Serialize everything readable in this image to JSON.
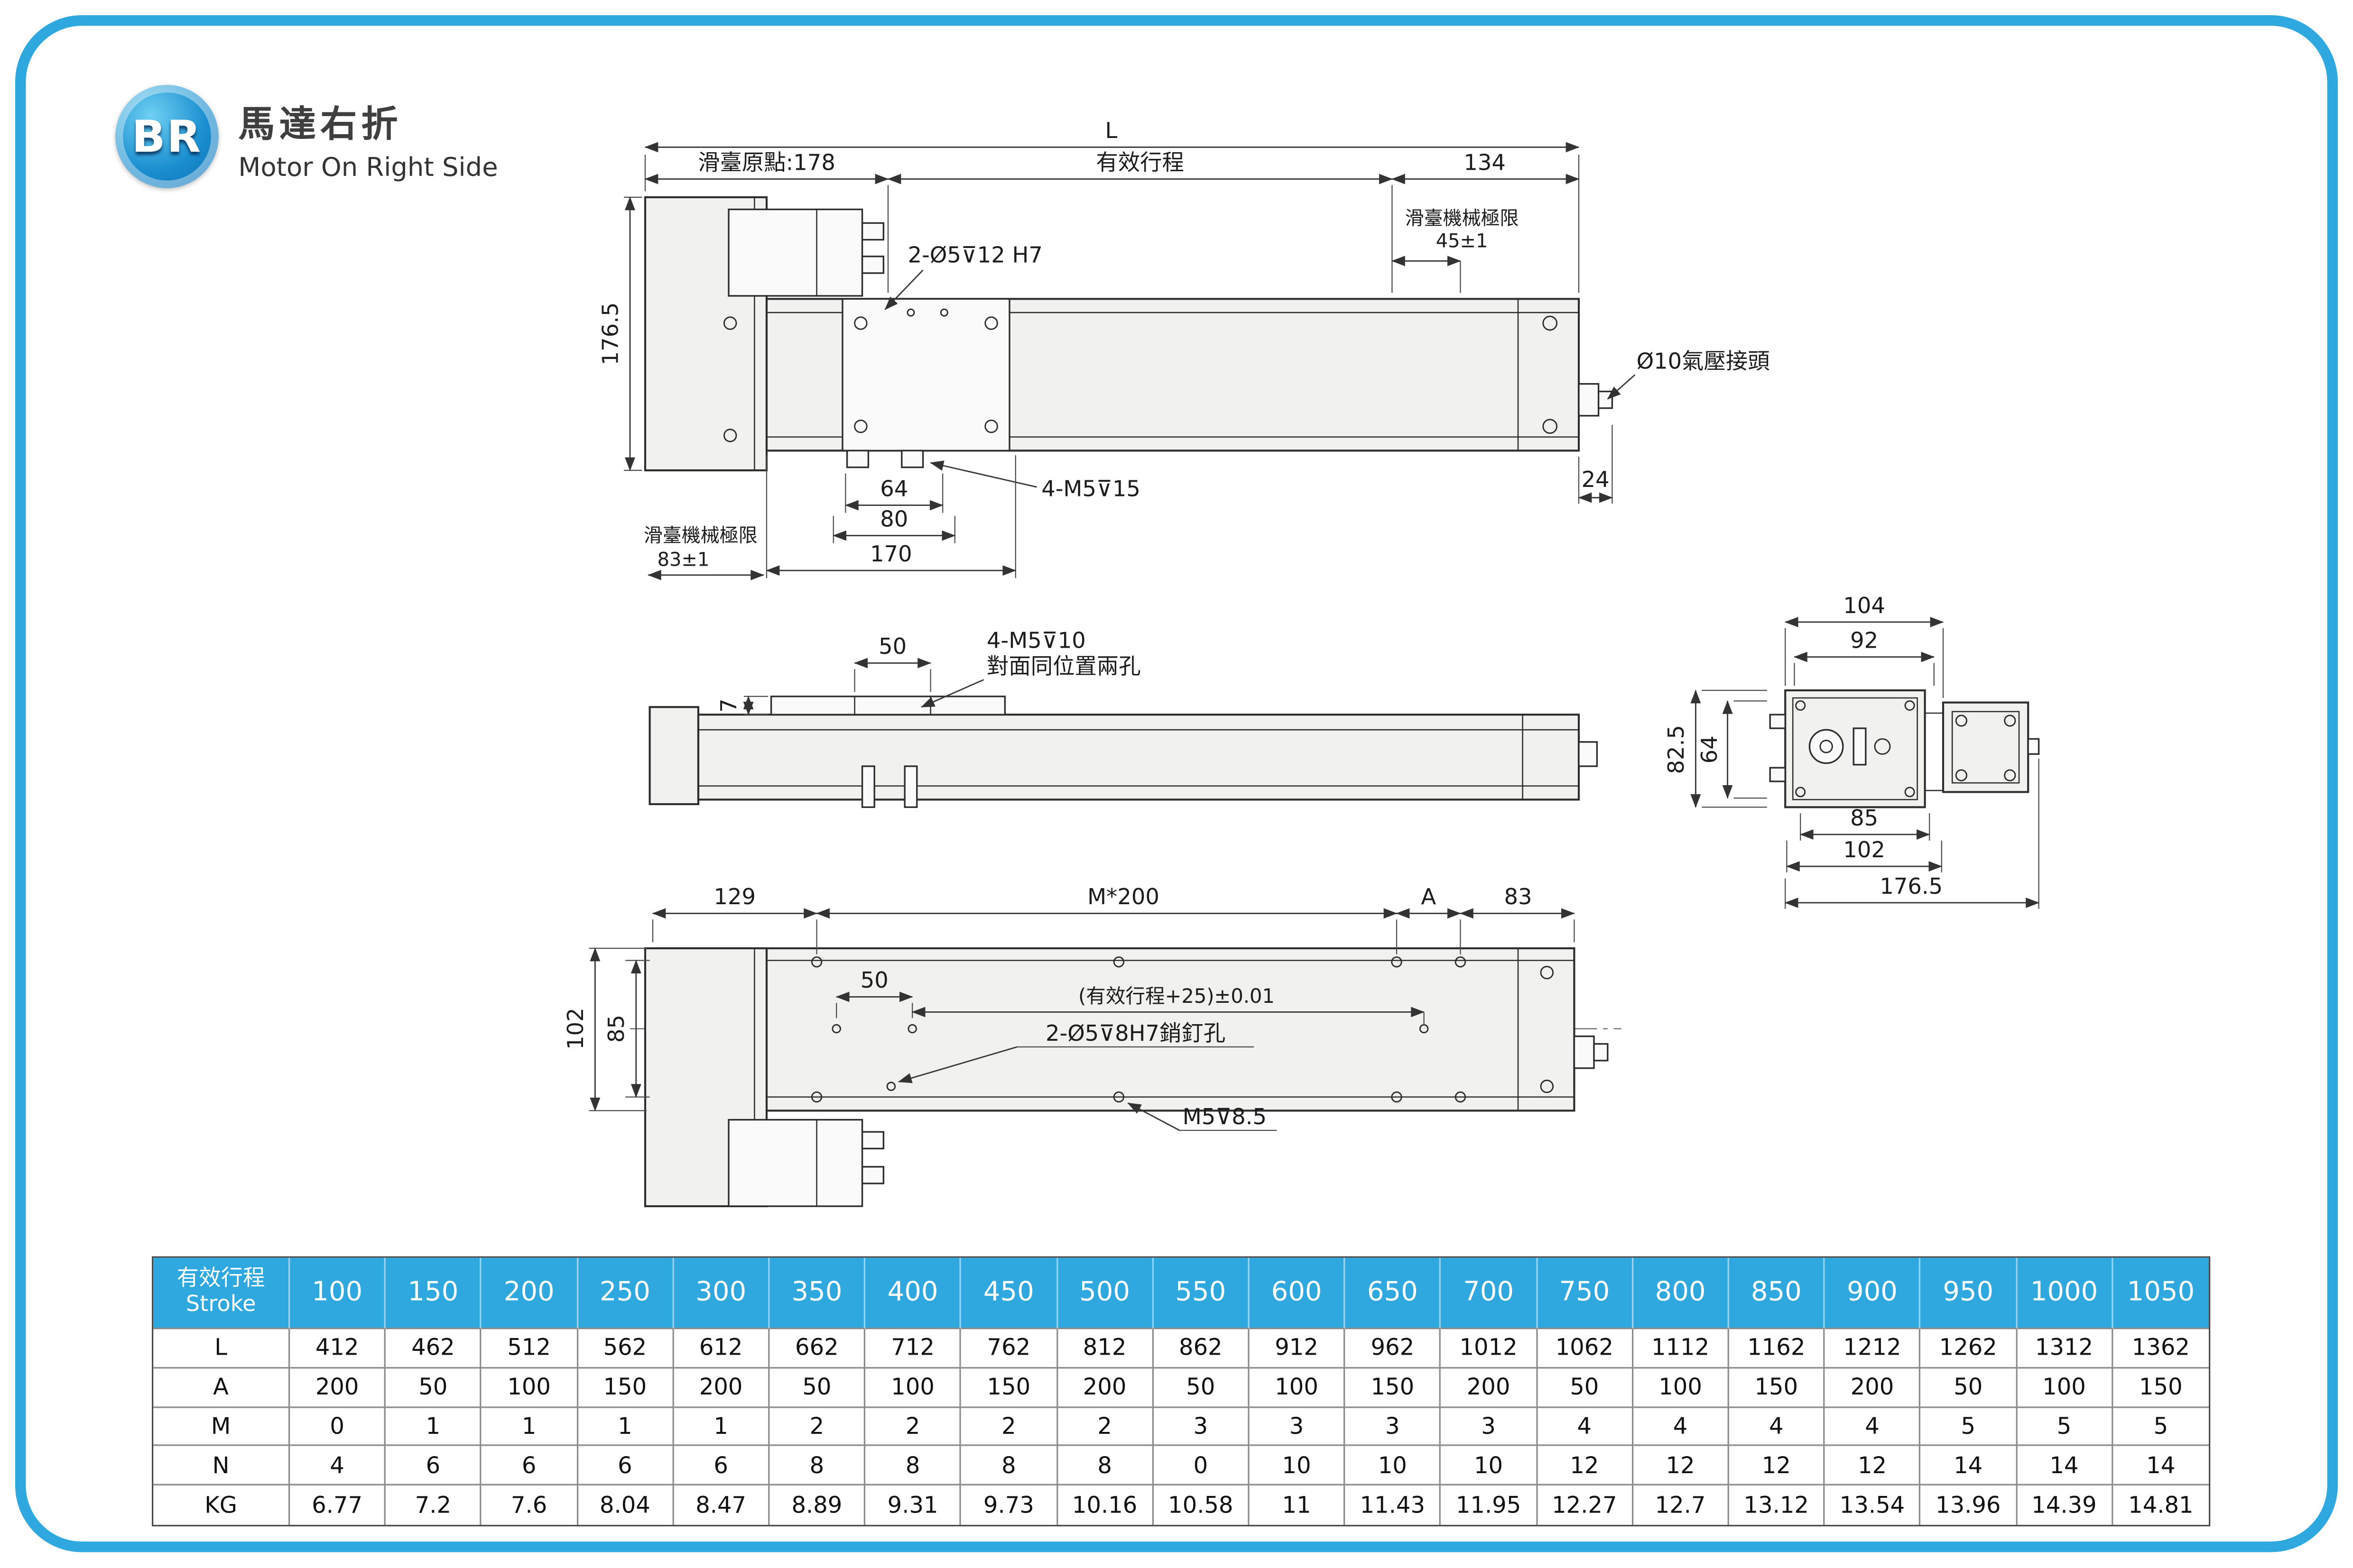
{
  "page": {
    "badge": "BR",
    "title": "馬達右折",
    "subtitle": "Motor On Right Side"
  },
  "colors": {
    "frame": "#2EA8DF",
    "table_header_bg": "#2EA8DF"
  },
  "top_view": {
    "dim_l": "L",
    "origin": "滑臺原點:178",
    "stroke": "有效行程",
    "dim_134": "134",
    "limit_right_label": "滑臺機械極限",
    "limit_right_value": "45±1",
    "dim_176_5": "176.5",
    "holes_label": "2-Ø5⊽12 H7",
    "air_label": "Ø10氣壓接頭",
    "dim_24": "24",
    "m5_label": "4-M5⊽15",
    "dim_64": "64",
    "dim_80": "80",
    "dim_170": "170",
    "limit_left_label": "滑臺機械極限",
    "limit_left_value": "83±1"
  },
  "side_view": {
    "dim_50": "50",
    "m5_label": "4-M5⊽10",
    "opposite_label": "對面同位置兩孔",
    "dim_7": "7"
  },
  "end_view": {
    "dim_104": "104",
    "dim_92": "92",
    "dim_82_5": "82.5",
    "dim_64": "64",
    "dim_85": "85",
    "dim_102": "102",
    "dim_176_5": "176.5"
  },
  "bottom_view": {
    "dim_129": "129",
    "dim_m200": "M*200",
    "dim_a": "A",
    "dim_83": "83",
    "dim_102": "102",
    "dim_85": "85",
    "dim_50": "50",
    "tol_label": "(有效行程+25)±0.01",
    "pin_label": "2-Ø5⊽8H7銷釘孔",
    "m5_label": "M5⊽8.5"
  },
  "table": {
    "header_line1": "有效行程",
    "header_line2": "Stroke",
    "strokes": [
      "100",
      "150",
      "200",
      "250",
      "300",
      "350",
      "400",
      "450",
      "500",
      "550",
      "600",
      "650",
      "700",
      "750",
      "800",
      "850",
      "900",
      "950",
      "1000",
      "1050"
    ],
    "rows": [
      {
        "label": "L",
        "values": [
          "412",
          "462",
          "512",
          "562",
          "612",
          "662",
          "712",
          "762",
          "812",
          "862",
          "912",
          "962",
          "1012",
          "1062",
          "1112",
          "1162",
          "1212",
          "1262",
          "1312",
          "1362"
        ]
      },
      {
        "label": "A",
        "values": [
          "200",
          "50",
          "100",
          "150",
          "200",
          "50",
          "100",
          "150",
          "200",
          "50",
          "100",
          "150",
          "200",
          "50",
          "100",
          "150",
          "200",
          "50",
          "100",
          "150"
        ]
      },
      {
        "label": "M",
        "values": [
          "0",
          "1",
          "1",
          "1",
          "1",
          "2",
          "2",
          "2",
          "2",
          "3",
          "3",
          "3",
          "3",
          "4",
          "4",
          "4",
          "4",
          "5",
          "5",
          "5"
        ]
      },
      {
        "label": "N",
        "values": [
          "4",
          "6",
          "6",
          "6",
          "6",
          "8",
          "8",
          "8",
          "8",
          "0",
          "10",
          "10",
          "10",
          "12",
          "12",
          "12",
          "12",
          "14",
          "14",
          "14"
        ]
      },
      {
        "label": "KG",
        "values": [
          "6.77",
          "7.2",
          "7.6",
          "8.04",
          "8.47",
          "8.89",
          "9.31",
          "9.73",
          "10.16",
          "10.58",
          "11",
          "11.43",
          "11.95",
          "12.27",
          "12.7",
          "13.12",
          "13.54",
          "13.96",
          "14.39",
          "14.81"
        ]
      }
    ]
  }
}
